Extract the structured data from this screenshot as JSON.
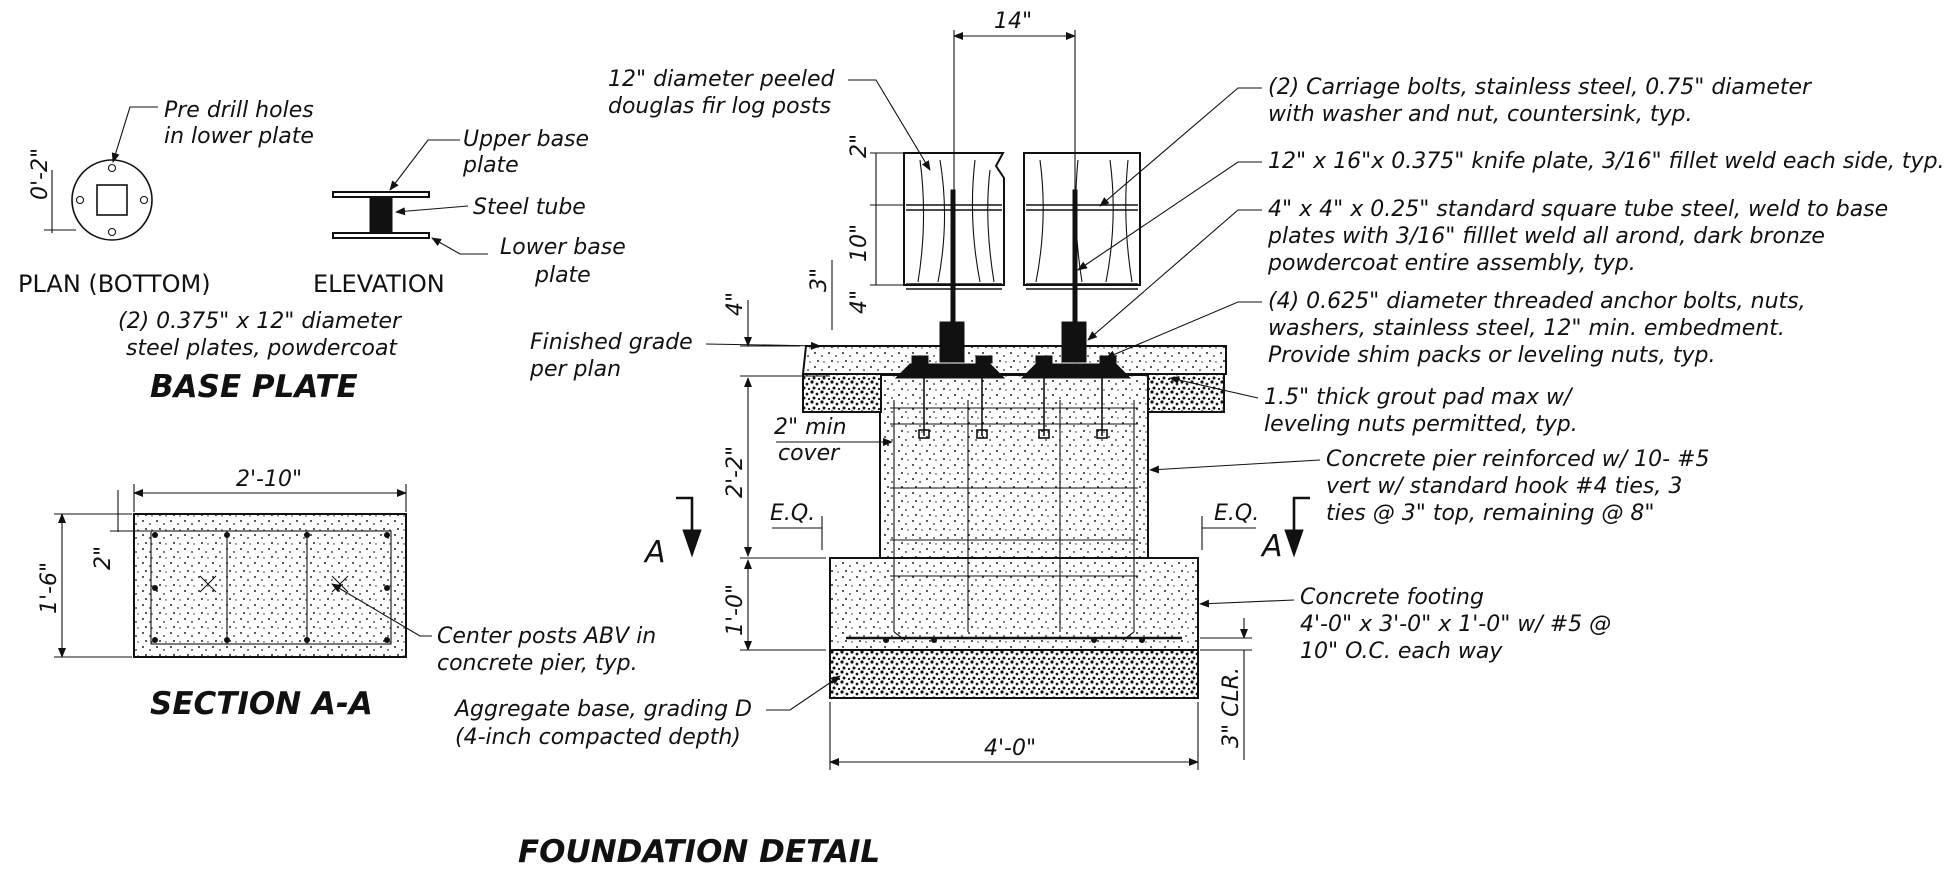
{
  "titles": {
    "base_plate": "BASE PLATE",
    "section_aa": "SECTION A-A",
    "foundation_detail": "FOUNDATION DETAIL"
  },
  "base_plate": {
    "plan_label": "PLAN (BOTTOM)",
    "elevation_label": "ELEVATION",
    "pre_drill_1": "Pre drill holes",
    "pre_drill_2": "in lower plate",
    "upper_1": "Upper base",
    "upper_2": "plate",
    "steel_tube": "Steel tube",
    "lower_1": "Lower base",
    "lower_2": "plate",
    "dim_02": "0'-2\"",
    "plates_1": "(2) 0.375\" x 12\" diameter",
    "plates_2": "steel plates, powdercoat"
  },
  "section": {
    "dim_width": "2'-10\"",
    "dim_height": "1'-6\"",
    "dim_2": "2\"",
    "center_1": "Center posts ABV in",
    "center_2": "concrete pier, typ."
  },
  "foundation": {
    "dim_14": "14\"",
    "dim_2": "2\"",
    "dim_10": "10\"",
    "dim_3": "3\"",
    "dim_4a": "4\"",
    "dim_4b": "4\"",
    "dim_22": "2'-2\"",
    "dim_10ft": "1'-0\"",
    "dim_40": "4'-0\"",
    "dim_3clr": "3\" CLR.",
    "eq_left": "E.Q.",
    "eq_right": "E.Q.",
    "cut_left": "A",
    "cut_right": "A",
    "posts_1": "12\" diameter peeled",
    "posts_2": "douglas fir log posts",
    "grade_1": "Finished grade",
    "grade_2": "per plan",
    "cover_1": "2\" min",
    "cover_2": "cover",
    "agg_1": "Aggregate base, grading D",
    "agg_2": "(4-inch compacted depth)",
    "bolts_1": "(2) Carriage bolts, stainless steel, 0.75\" diameter",
    "bolts_2": "with washer and nut, countersink, typ.",
    "knife": "12\" x 16\"x 0.375\" knife plate, 3/16\" fillet weld each side, typ.",
    "tube_1": "4\" x 4\" x 0.25\" standard square tube steel, weld to base",
    "tube_2": "plates with 3/16\" filllet weld all arond, dark bronze",
    "tube_3": "powdercoat entire assembly, typ.",
    "anchor_1": "(4) 0.625\" diameter threaded anchor bolts, nuts,",
    "anchor_2": "washers, stainless steel, 12\" min. embedment.",
    "anchor_3": "Provide shim packs or leveling nuts, typ.",
    "grout_1": "1.5\" thick grout pad max w/",
    "grout_2": "leveling nuts permitted, typ.",
    "pier_1": "Concrete pier reinforced w/ 10- #5",
    "pier_2": "vert w/ standard hook #4 ties, 3",
    "pier_3": "ties @ 3\" top, remaining @ 8\"",
    "footing_1": "Concrete footing",
    "footing_2": "4'-0\" x 3'-0\" x 1'-0\" w/ #5 @",
    "footing_3": "10\" O.C. each way"
  }
}
